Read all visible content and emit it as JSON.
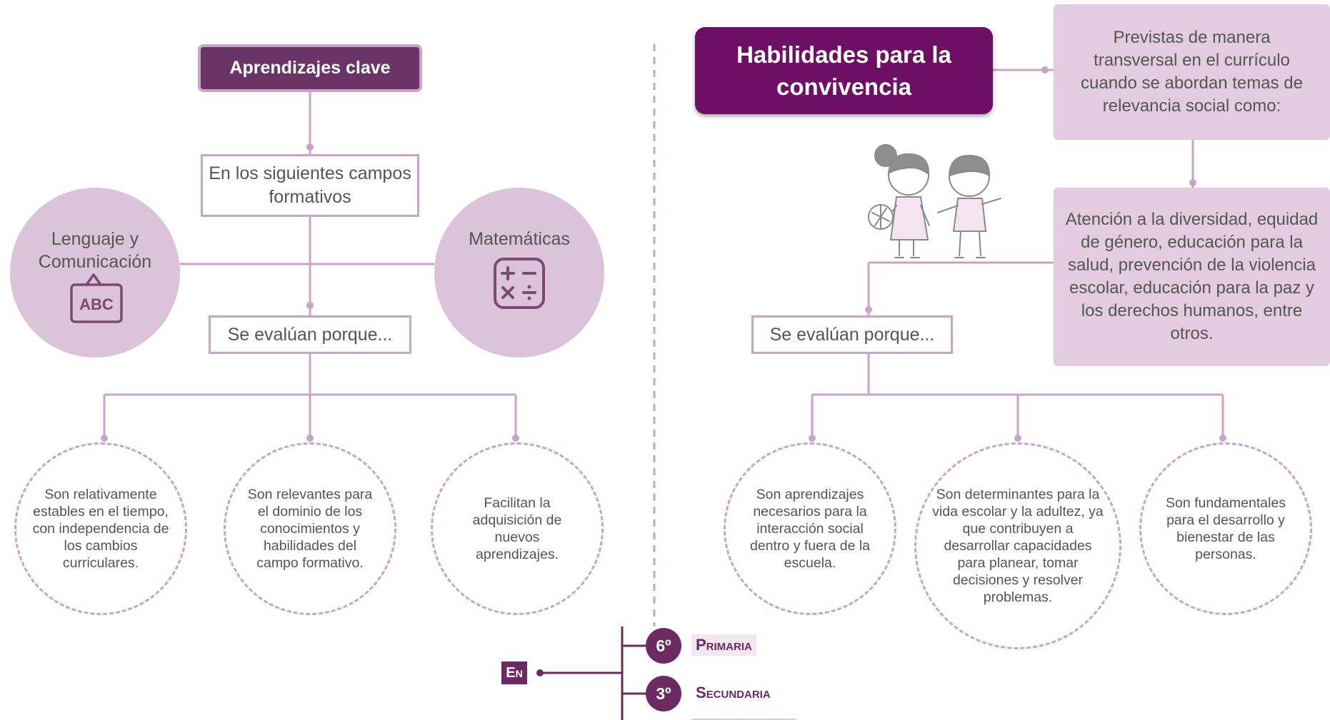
{
  "left": {
    "title": "Aprendizajes clave",
    "campos_text": "En los siguientes campos formativos",
    "field_1": {
      "label": "Lenguaje y Comunicación",
      "icon": "abc-board-icon",
      "icon_text": "ABC"
    },
    "field_2": {
      "label": "Matemáticas",
      "icon": "math-operations-icon"
    },
    "evaluated_text": "Se evalúan porque...",
    "reasons": [
      "Son relativamente estables en el tiempo, con independencia de los cambios curriculares.",
      "Son relevantes para el dominio de los conocimientos y habilidades del campo formativo.",
      "Facilitan la adquisición de nuevos aprendizajes."
    ]
  },
  "right": {
    "title": "Habilidades para la convivencia",
    "panel_top": "Previstas de manera transversal en el currículo cuando se abordan temas de relevancia social como:",
    "panel_mid": "Atención a la diversidad, equidad de género, educación para la salud, prevención de la violencia escolar, educación para la paz y los derechos humanos, entre otros.",
    "evaluated_text": "Se evalúan porque...",
    "illustration": "children-playing-icon",
    "reasons": [
      "Son aprendizajes necesarios para la interacción social dentro y fuera de la escuela.",
      "Son determinantes para la vida escolar y la adultez, ya que contribuyen a desarrollar capacidades para planear, tomar decisiones y resolver problemas.",
      "Son fundamentales para el desarrollo y bienestar de las personas."
    ]
  },
  "footer": {
    "en_label": "En",
    "levels": [
      {
        "number": "6º",
        "label": "Primaria"
      },
      {
        "number": "3º",
        "label": "Secundaria"
      }
    ]
  },
  "colors": {
    "primary_dark": "#6d0f65",
    "title_left_bg": "#6b3466",
    "light_purple": "#c9a3c8",
    "panel_bg": "#e3ccdf",
    "circle_bg": "#dbc3d9",
    "text": "#555555"
  }
}
